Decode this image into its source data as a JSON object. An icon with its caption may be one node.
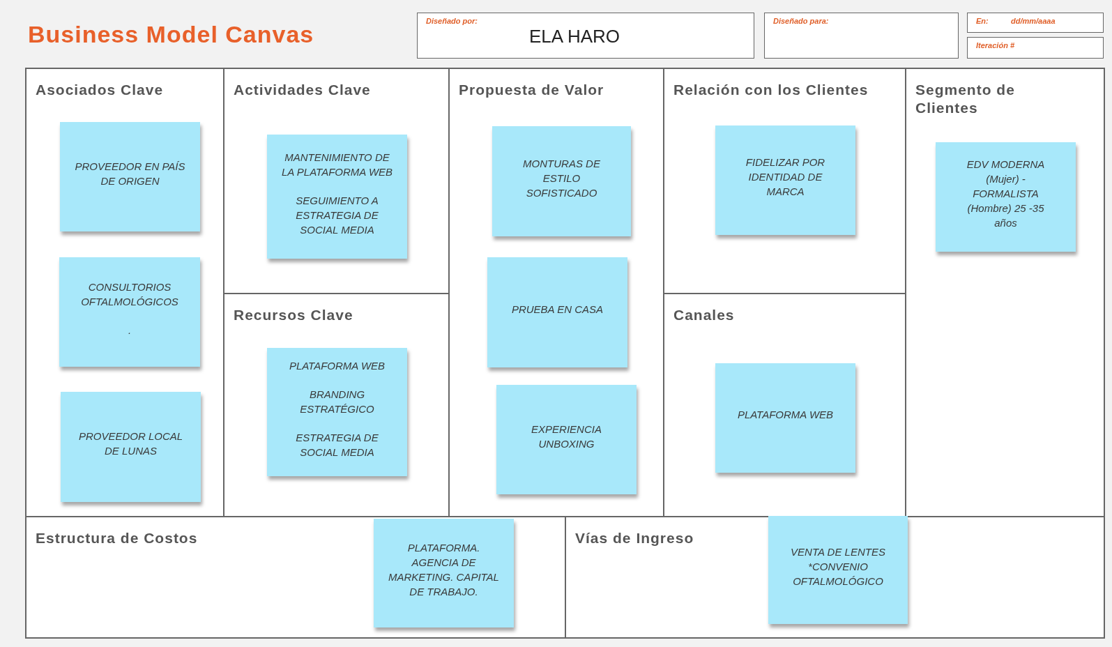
{
  "diagram": {
    "title": "Business Model Canvas",
    "nodes": [
      {
        "text": [
          "Diseñado por:",
          "ELA HARO"
        ]
      },
      {
        "text": [
          "Diseñado para:"
        ]
      },
      {
        "text": [
          "En:",
          "dd/mm/aaaa"
        ]
      },
      {
        "text": [
          "Iteración #"
        ]
      },
      {
        "text": [
          "Asociados Clave"
        ]
      },
      {
        "text": [
          "PROVEEDOR EN PAÍS DE ORIGEN"
        ],
        "in": 4
      },
      {
        "text": [
          "CONSULTORIOS OFTALMOLÓGICOS",
          "."
        ],
        "in": 4
      },
      {
        "text": [
          "PROVEEDOR LOCAL DE LUNAS"
        ],
        "in": 4
      },
      {
        "text": [
          "Actividades Clave"
        ]
      },
      {
        "text": [
          "MANTENIMIENTO DE LA PLATAFORMA WEB",
          "SEGUIMIENTO A ESTRATEGIA DE SOCIAL MEDIA"
        ],
        "in": 8
      },
      {
        "text": [
          "Recursos Clave"
        ]
      },
      {
        "text": [
          "PLATAFORMA WEB",
          "BRANDING ESTRATÉGICO",
          "ESTRATEGIA DE SOCIAL MEDIA"
        ],
        "in": 10
      },
      {
        "text": [
          "Propuesta de Valor"
        ]
      },
      {
        "text": [
          "MONTURAS  DE ESTILO SOFISTICADO"
        ],
        "in": 12
      },
      {
        "text": [
          "PRUEBA EN CASA"
        ],
        "in": 12
      },
      {
        "text": [
          "EXPERIENCIA UNBOXING"
        ],
        "in": 12
      },
      {
        "text": [
          "Relación con los Clientes"
        ]
      },
      {
        "text": [
          "FIDELIZAR POR IDENTIDAD DE MARCA"
        ],
        "in": 16
      },
      {
        "text": [
          "Canales"
        ]
      },
      {
        "text": [
          "PLATAFORMA WEB"
        ],
        "in": 18
      },
      {
        "text": [
          "Segmento de Clientes"
        ]
      },
      {
        "text": [
          "EDV MODERNA (Mujer) - FORMALISTA (Hombre) 25 -35 años"
        ],
        "in": 20
      },
      {
        "text": [
          "Estructura de Costos"
        ]
      },
      {
        "text": [
          "PLATAFORMA. AGENCIA DE MARKETING. CAPITAL DE TRABAJO."
        ],
        "in": 22
      },
      {
        "text": [
          "Vías de Ingreso"
        ]
      },
      {
        "text": [
          "VENTA DE LENTES *CONVENIO OFTALMOLÓGICO"
        ],
        "in": 24
      }
    ],
    "edges": []
  }
}
